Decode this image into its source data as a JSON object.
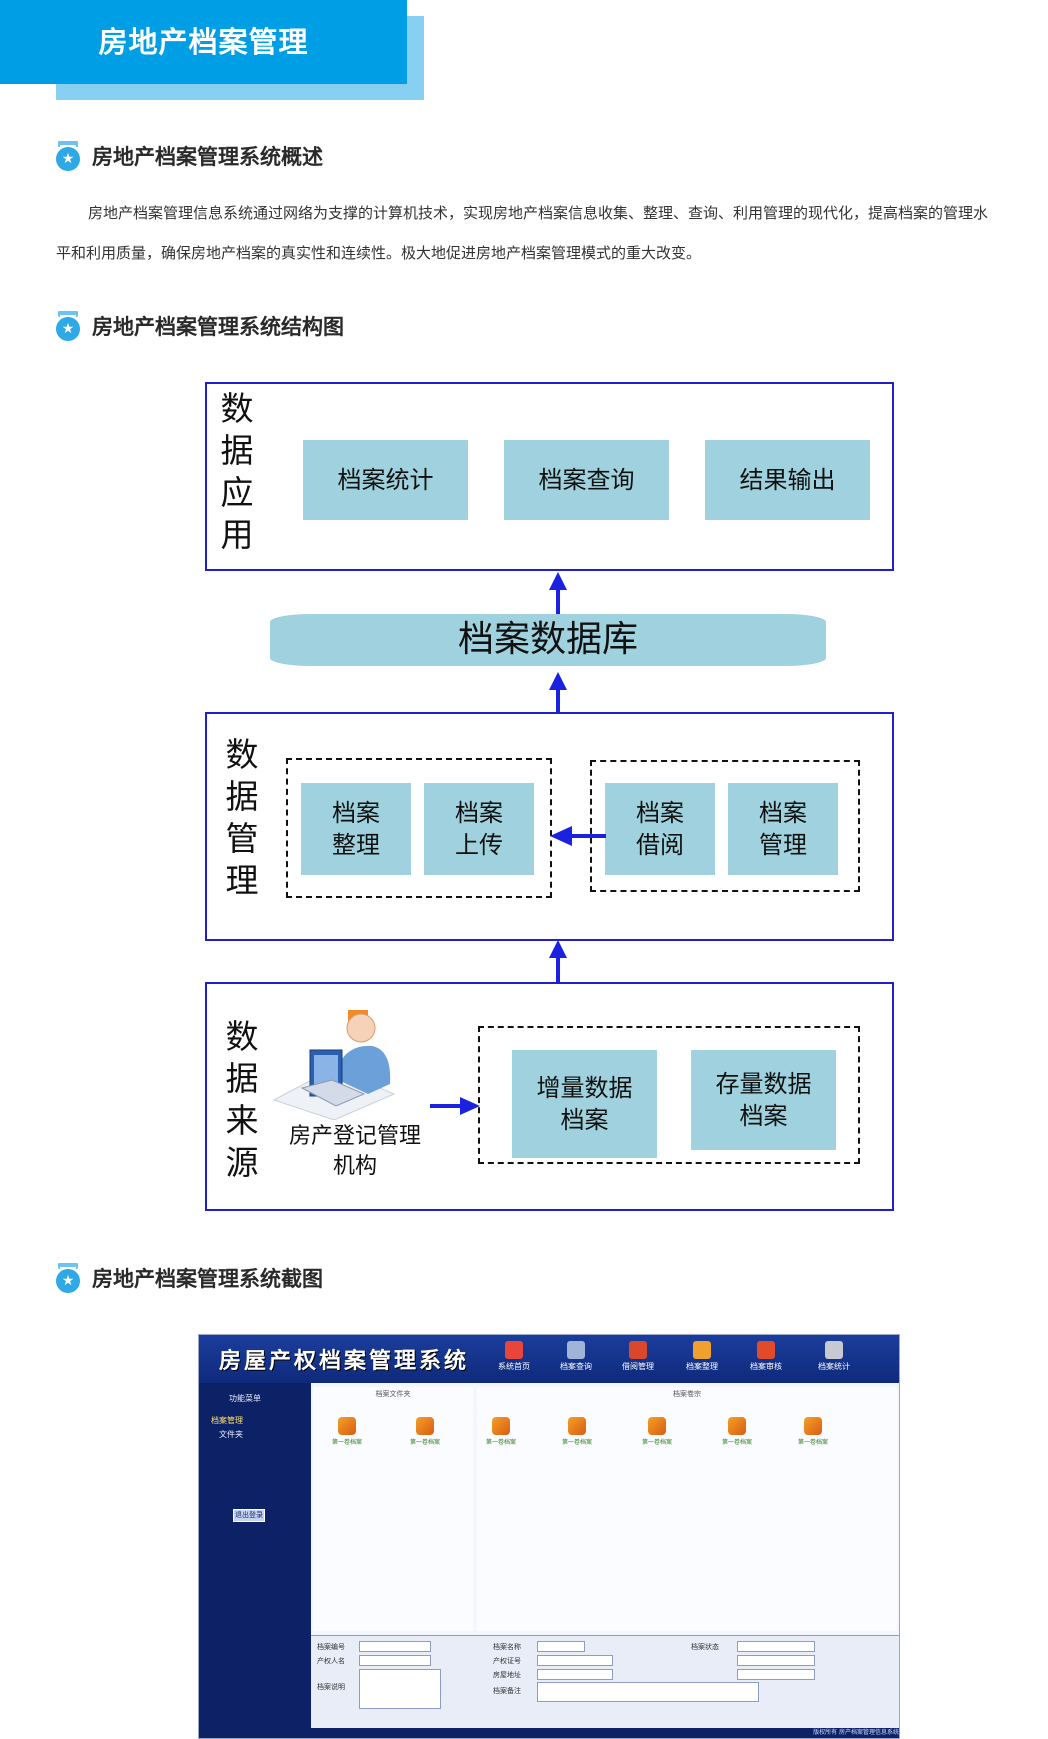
{
  "banner": {
    "title": "房地产档案管理"
  },
  "sections": {
    "overview": {
      "title": "房地产档案管理系统概述"
    },
    "structure": {
      "title": "房地产档案管理系统结构图"
    },
    "screenshot": {
      "title": "房地产档案管理系统截图"
    }
  },
  "overview_text": {
    "line1": "房地产档案管理信息系统通过网络为支撑的计算机技术，实现房地产档案信息收集、整理、查询、利用管理的现代化，提高档案的管理水",
    "line2": "平和利用质量，确保房地产档案的真实性和连续性。极大地促进房地产档案管理模式的重大改变。"
  },
  "diagram": {
    "app_label": [
      "数",
      "据",
      "应",
      "用"
    ],
    "app_cells": [
      "档案统计",
      "档案查询",
      "结果输出"
    ],
    "database": "档案数据库",
    "mgmt_label": [
      "数",
      "据",
      "管",
      "理"
    ],
    "mgmt_left": [
      [
        "档案",
        "整理"
      ],
      [
        "档案",
        "上传"
      ]
    ],
    "mgmt_right": [
      [
        "档案",
        "借阅"
      ],
      [
        "档案",
        "管理"
      ]
    ],
    "src_label": [
      "数",
      "据",
      "来",
      "源"
    ],
    "src_person": [
      "房产登记管理",
      "机构"
    ],
    "src_cells": [
      [
        "增量数据",
        "档案"
      ],
      [
        "存量数据",
        "档案"
      ]
    ]
  },
  "screenshot_mock": {
    "title": "房屋产权档案管理系统",
    "nav": [
      {
        "label": "系统首页",
        "icon": "home-icon",
        "color": "#e8463a"
      },
      {
        "label": "档案查询",
        "icon": "search-icon",
        "color": "#9fb4d8"
      },
      {
        "label": "借阅管理",
        "icon": "people-icon",
        "color": "#d9482c"
      },
      {
        "label": "档案整理",
        "icon": "box-icon",
        "color": "#f0a02c"
      },
      {
        "label": "档案审核",
        "icon": "clipboard-icon",
        "color": "#e14b2a"
      },
      {
        "label": "档案统计",
        "icon": "chart-icon",
        "color": "#c8c8d2"
      }
    ],
    "sidebar": [
      "功能菜单",
      "档案管理",
      "文件夹"
    ],
    "sidebar_button": "退出登录",
    "left_panel_head": "档案文件夹",
    "right_panel_head": "档案卷宗",
    "folder_label": "第一卷档案",
    "form_fields": [
      "档案编号",
      "产权人名",
      "档案说明",
      "档案名称",
      "产权证号",
      "房屋地址",
      "档案备注",
      "档案状态"
    ],
    "footer": "版权所有 房产档案管理信息系统"
  }
}
